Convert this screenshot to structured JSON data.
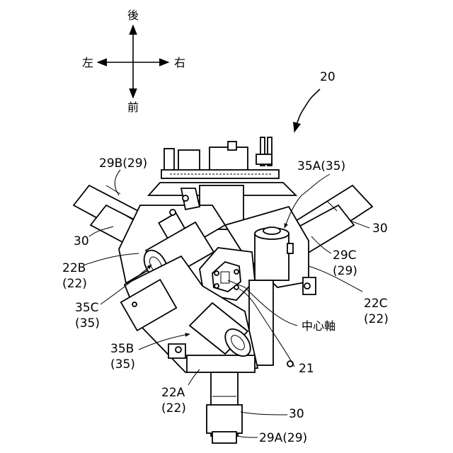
{
  "directions": {
    "back": "後",
    "front": "前",
    "left": "左",
    "right": "右"
  },
  "labels": {
    "ref_20": "20",
    "l_29B": "29B(29)",
    "l_35A": "35A(35)",
    "l_30_left": "30",
    "l_30_right": "30",
    "l_30_bottom": "30",
    "l_22B": "22B",
    "l_22B_paren": "(22)",
    "l_29C": "29C",
    "l_29C_paren": "(29)",
    "l_35C": "35C",
    "l_35C_paren": "(35)",
    "l_22C": "22C",
    "l_22C_paren": "(22)",
    "l_center": "中心軸",
    "l_35B": "35B",
    "l_35B_paren": "(35)",
    "l_21": "21",
    "l_22A": "22A",
    "l_22A_paren": "(22)",
    "l_29A": "29A(29)"
  }
}
